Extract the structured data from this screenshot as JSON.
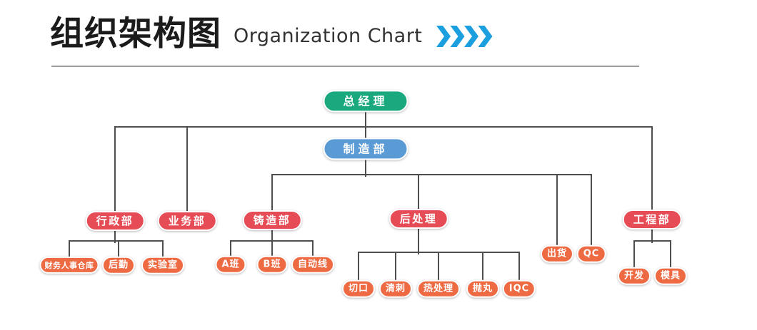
{
  "header": {
    "title_zh": "组织架构图",
    "title_en": "Organization Chart",
    "chevron_icon": "chevrons-right-icon"
  },
  "colors": {
    "top": "#1aa87e",
    "manufacturing": "#5b9bd5",
    "department": "#e64c55",
    "team": "#ed6a42",
    "connector": "#4e4e4e",
    "chevron": "#1b9fde",
    "underline": "#9b9b9b"
  },
  "hierarchy": {
    "type": "org-tree",
    "root": {
      "label": "总经理",
      "children": [
        {
          "label": "行政部",
          "children": [
            {
              "label": "财务人事仓库"
            },
            {
              "label": "后勤"
            },
            {
              "label": "实验室"
            }
          ]
        },
        {
          "label": "业务部",
          "children": []
        },
        {
          "label": "制造部",
          "children": [
            {
              "label": "铸造部",
              "children": [
                {
                  "label": "A班"
                },
                {
                  "label": "B班"
                },
                {
                  "label": "自动线"
                }
              ]
            },
            {
              "label": "后处理",
              "children": [
                {
                  "label": "切口"
                },
                {
                  "label": "清刺"
                },
                {
                  "label": "热处理"
                },
                {
                  "label": "抛丸"
                },
                {
                  "label": "IQC"
                }
              ]
            },
            {
              "label": "出货",
              "children": []
            },
            {
              "label": "QC",
              "children": []
            }
          ]
        },
        {
          "label": "工程部",
          "children": [
            {
              "label": "开发"
            },
            {
              "label": "模具"
            }
          ]
        }
      ]
    }
  },
  "nodes": [
    {
      "id": "zongjingli",
      "label": "总经理",
      "type": "top"
    },
    {
      "id": "zhizaobu",
      "label": "制造部",
      "type": "mfg"
    },
    {
      "id": "xingzhengbu",
      "label": "行政部",
      "type": "dept"
    },
    {
      "id": "yewubu",
      "label": "业务部",
      "type": "dept"
    },
    {
      "id": "zhuzaobu",
      "label": "铸造部",
      "type": "dept"
    },
    {
      "id": "houchuli",
      "label": "后处理",
      "type": "dept"
    },
    {
      "id": "gongchengbu",
      "label": "工程部",
      "type": "dept"
    },
    {
      "id": "caiwurenshicangku",
      "label": "财务人事仓库",
      "type": "team-sm"
    },
    {
      "id": "houqin",
      "label": "后勤",
      "type": "team"
    },
    {
      "id": "shiyanshi",
      "label": "实验室",
      "type": "team"
    },
    {
      "id": "aban",
      "label": "A班",
      "type": "team"
    },
    {
      "id": "bban",
      "label": "B班",
      "type": "team"
    },
    {
      "id": "zidongxian",
      "label": "自动线",
      "type": "team"
    },
    {
      "id": "qiekou",
      "label": "切口",
      "type": "team"
    },
    {
      "id": "qingci",
      "label": "清刺",
      "type": "team"
    },
    {
      "id": "rechuli",
      "label": "热处理",
      "type": "team"
    },
    {
      "id": "paowan",
      "label": "抛丸",
      "type": "team"
    },
    {
      "id": "iqc",
      "label": "IQC",
      "type": "team"
    },
    {
      "id": "chuhuo",
      "label": "出货",
      "type": "team"
    },
    {
      "id": "qc",
      "label": "QC",
      "type": "team"
    },
    {
      "id": "kaifa",
      "label": "开发",
      "type": "team"
    },
    {
      "id": "muju",
      "label": "模具",
      "type": "team"
    }
  ]
}
